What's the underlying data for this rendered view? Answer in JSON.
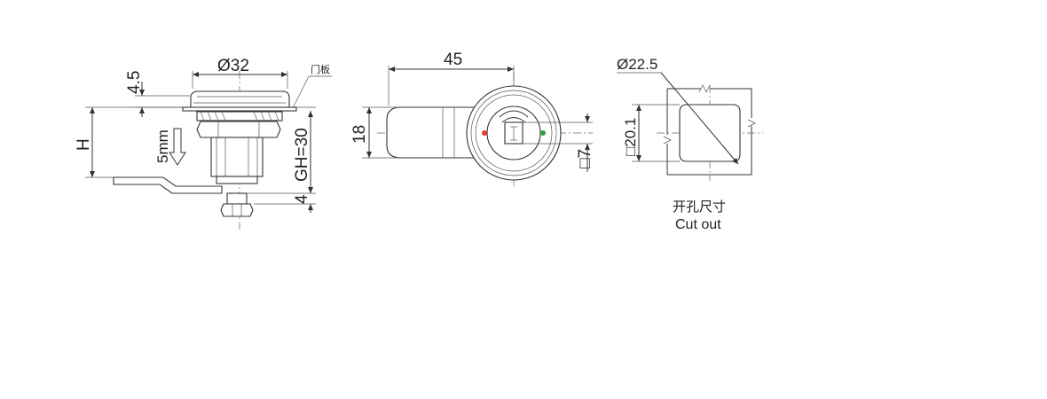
{
  "side_view": {
    "dim_diameter": "Ø32",
    "dim_flange_height": "4.5",
    "dim_h": "H",
    "dim_gh": "GH=30",
    "dim_bottom": "4",
    "travel_label": "5mm",
    "door_panel_label": "门板"
  },
  "front_view": {
    "dim_length": "45",
    "dim_height": "18",
    "dim_square": "□7",
    "indicator_left_color": "#e53935",
    "indicator_right_color": "#2e9e3e"
  },
  "cutout_view": {
    "dim_diameter": "Ø22.5",
    "dim_flat": "□20.1",
    "caption_cn": "开孔尺寸",
    "caption_en": "Cut out"
  }
}
